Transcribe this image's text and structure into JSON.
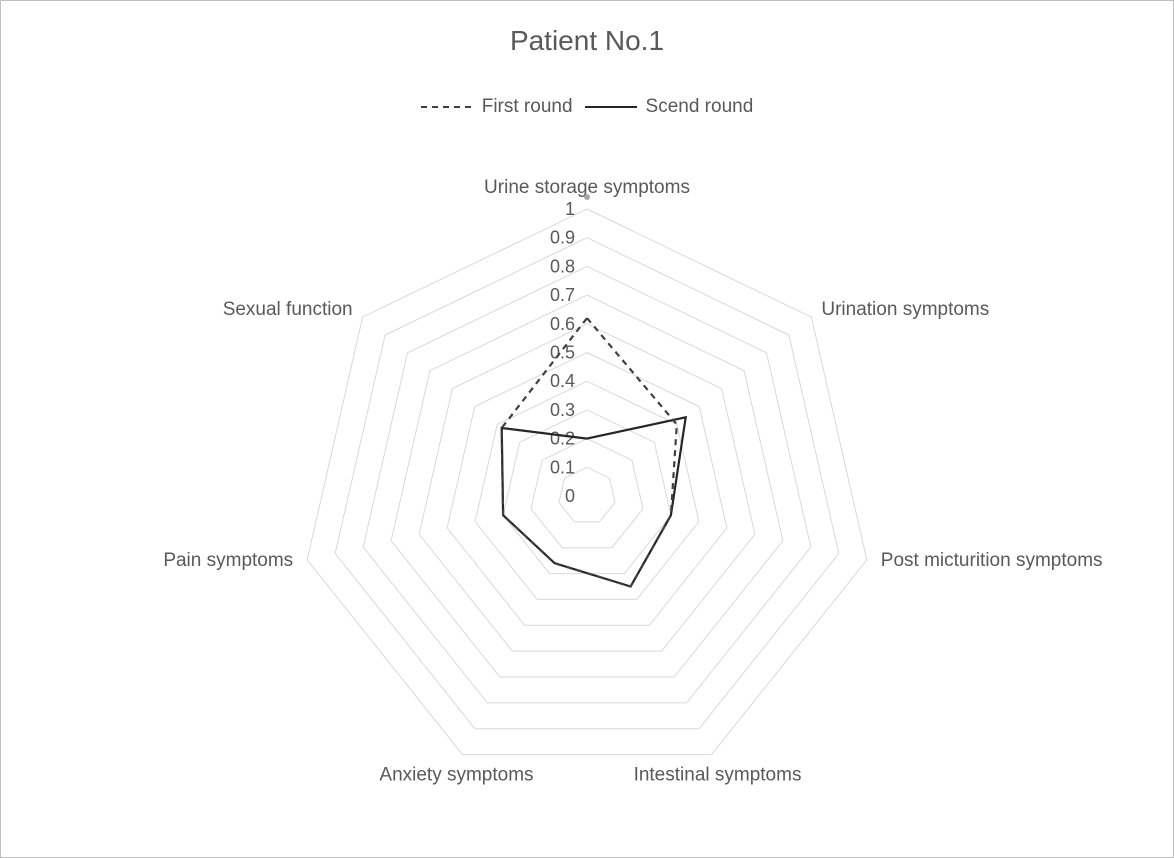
{
  "chart_data": {
    "type": "radar",
    "title": "Patient No.1",
    "categories": [
      "Urine storage symptoms",
      "Urination symptoms",
      "Post micturition symptoms",
      "Intestinal symptoms",
      "Anxiety symptoms",
      "Pain symptoms",
      "Sexual function"
    ],
    "series": [
      {
        "name": "First round",
        "line_style": "dashed",
        "color": "#404040",
        "values": [
          0.62,
          0.4,
          0.3,
          0.35,
          0.26,
          0.3,
          0.38
        ]
      },
      {
        "name": "Scend round",
        "line_style": "solid",
        "color": "#262626",
        "values": [
          0.2,
          0.44,
          0.3,
          0.35,
          0.26,
          0.3,
          0.38
        ]
      }
    ],
    "rlim": [
      0,
      1
    ],
    "ticks": [
      "0",
      "0.1",
      "0.2",
      "0.3",
      "0.4",
      "0.5",
      "0.6",
      "0.7",
      "0.8",
      "0.9",
      "1"
    ],
    "legend_position": "top",
    "grid": true
  }
}
